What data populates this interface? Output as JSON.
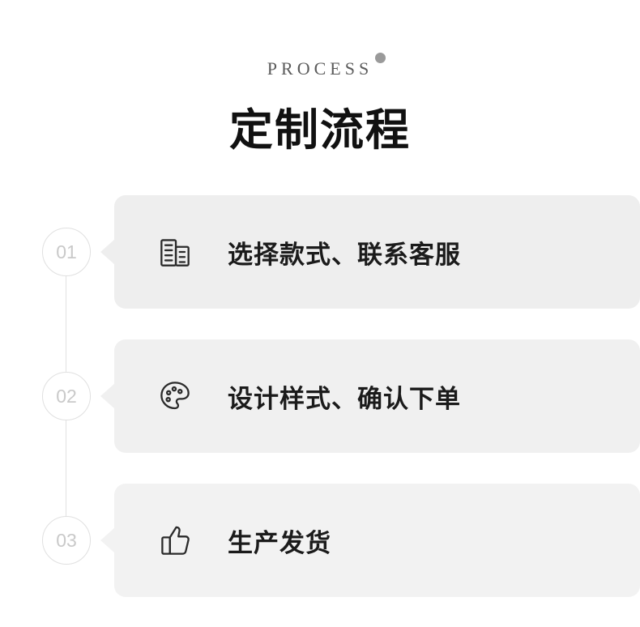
{
  "header": {
    "eyebrow": "PROCESS",
    "title": "定制流程",
    "dot_color": "#9a9a9a"
  },
  "steps": [
    {
      "number": "01",
      "icon": "building-icon",
      "label": "选择款式、联系客服",
      "card_color": "#eeeeee"
    },
    {
      "number": "02",
      "icon": "palette-icon",
      "label": "设计样式、确认下单",
      "card_color": "#f0f0f0"
    },
    {
      "number": "03",
      "icon": "thumbs-up-icon",
      "label": "生产发货",
      "card_color": "#f2f2f2"
    }
  ],
  "theme": {
    "background": "#ffffff",
    "text": "#1b1b1b",
    "muted": "#c9c9c9",
    "connector": "#e2e2e2"
  }
}
